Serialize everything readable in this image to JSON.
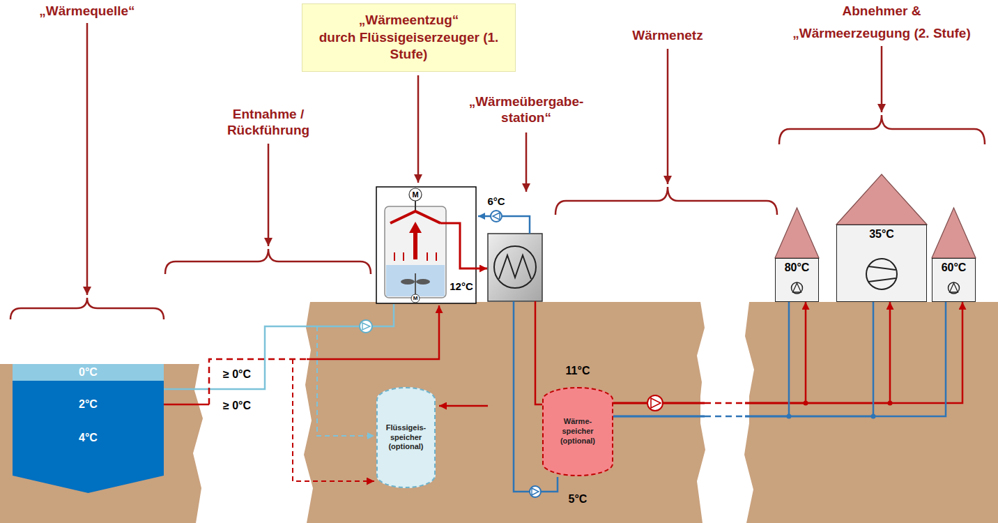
{
  "diagram": {
    "nodes": [
      {
        "text": [
          "„Wärmeentzug“",
          "durch Flüssigeiserzeuger (1. Stufe)"
        ]
      },
      {
        "text": [
          "0°C",
          "2°C",
          "4°C"
        ]
      },
      {
        "text": [
          "Flüssigeis-speicher (optional)"
        ]
      },
      {
        "text": [
          "Wärme-speicher (optional)"
        ]
      },
      {
        "text": [
          "80°C"
        ]
      },
      {
        "text": [
          "35°C"
        ]
      },
      {
        "text": [
          "60°C"
        ]
      }
    ],
    "edges": [
      {
        "from": 3,
        "to": 4,
        "arrow": "to"
      },
      {
        "from": 3,
        "to": 5,
        "arrow": "to"
      },
      {
        "from": 3,
        "to": 6,
        "arrow": "to"
      },
      {
        "from": 4,
        "to": 3,
        "arrow": "none"
      },
      {
        "from": 5,
        "to": 3,
        "arrow": "none"
      },
      {
        "from": 6,
        "to": 3,
        "arrow": "none"
      }
    ],
    "labels": [
      "„Wärmequelle“",
      "Entnahme / Rückführung",
      "„Wärmeübergabe-station“",
      "Wärmenetz",
      "Abnehmer &",
      "„Wärmeerzeugung (2. Stufe)",
      "M",
      "M",
      "6°C",
      "12°C",
      "≥ 0°C",
      "≥ 0°C",
      "11°C",
      "5°C"
    ]
  }
}
